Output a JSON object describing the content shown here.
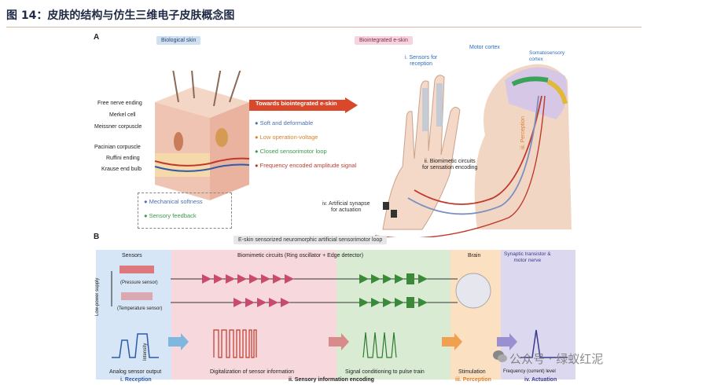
{
  "header": {
    "title": "图 14：皮肤的结构与仿生三维电子皮肤概念图"
  },
  "panel_a": {
    "letter": "A",
    "bio_skin_label": "Biological skin",
    "eskin_label": "Biointegrated e-skin",
    "skin_parts": [
      "Free nerve ending",
      "Merkel cell",
      "Meissner corpuscle",
      "Pacinian corpuscle",
      "Ruffini ending",
      "Krause end bulb"
    ],
    "skin_features": [
      "Mechanical softness",
      "Sensory feedback"
    ],
    "arrow_label": "Towards biointegrated e-skin",
    "properties": [
      {
        "text": "Soft and deformable",
        "color": "#4a6fb5"
      },
      {
        "text": "Low operation-voltage",
        "color": "#d9822b"
      },
      {
        "text": "Closed sensorimotor loop",
        "color": "#3a9a4a"
      },
      {
        "text": "Frequency encoded amplitude signal",
        "color": "#c0392b"
      }
    ],
    "sensors_label": "i. Sensors for\nreception",
    "circuits_label": "ii. Biomimetic circuits\nfor sensation encoding",
    "synapse_label": "iv. Artificial synapse\nfor actuation",
    "perception_label": "iii. Perception",
    "motor_cortex": "Motor cortex",
    "somato_cortex": "Somatosensory\ncortex"
  },
  "panel_b": {
    "letter": "B",
    "title": "E-skin sensorized neuromorphic artificial sensorimotor loop",
    "sections": {
      "sensors": "Sensors",
      "circuits": "Biomimetic circuits (Ring oscillator + Edge detector)",
      "brain": "Brain",
      "synaptic": "Synaptic transistor &\nmotor nerve"
    },
    "supply": "Low-power supply",
    "pressure": "(Pressure sensor)",
    "temperature": "(Temperature sensor)",
    "intensity": "Intensity",
    "steps": [
      "Analog sensor output",
      "Digitalization of sensor information",
      "Signal conditioning to pulse train",
      "Stimulation",
      "Frequency (current) level"
    ],
    "footer": [
      "i. Reception",
      "ii. Sensory information encoding",
      "iii. Perception",
      "iv. Actuation"
    ]
  },
  "watermark": "公众号 · 绿蚁红泥"
}
